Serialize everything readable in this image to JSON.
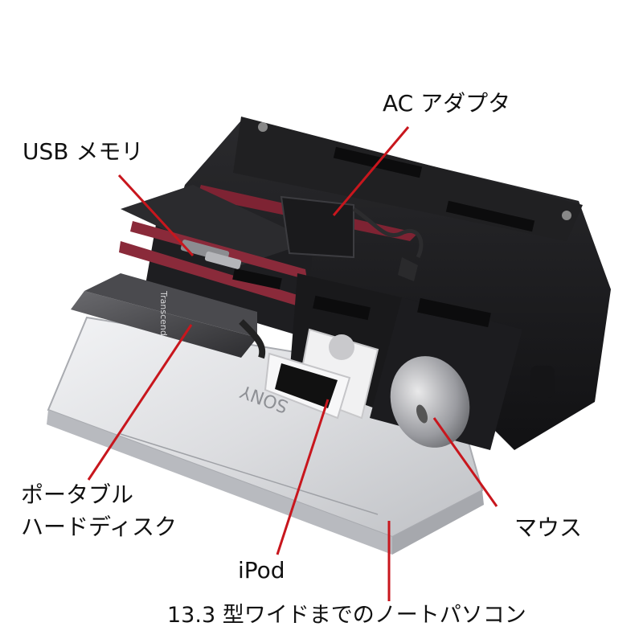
{
  "labels": {
    "ac_adapter": "AC アダプタ",
    "usb_memory": "USB メモリ",
    "hdd_line1": "ポータブル",
    "hdd_line2": "ハードディスク",
    "mouse": "マウス",
    "ipod": "iPod",
    "notebook": "13.3 型ワイドまでのノートパソコン"
  },
  "logos": {
    "laptop_brand": "SONY",
    "drive_brand": "Transcend"
  },
  "colors": {
    "leader_line": "#c8161d",
    "bag_body": "#1b1b1d",
    "lining": "#8a2a3a",
    "laptop_silver": "#dcdde0"
  }
}
